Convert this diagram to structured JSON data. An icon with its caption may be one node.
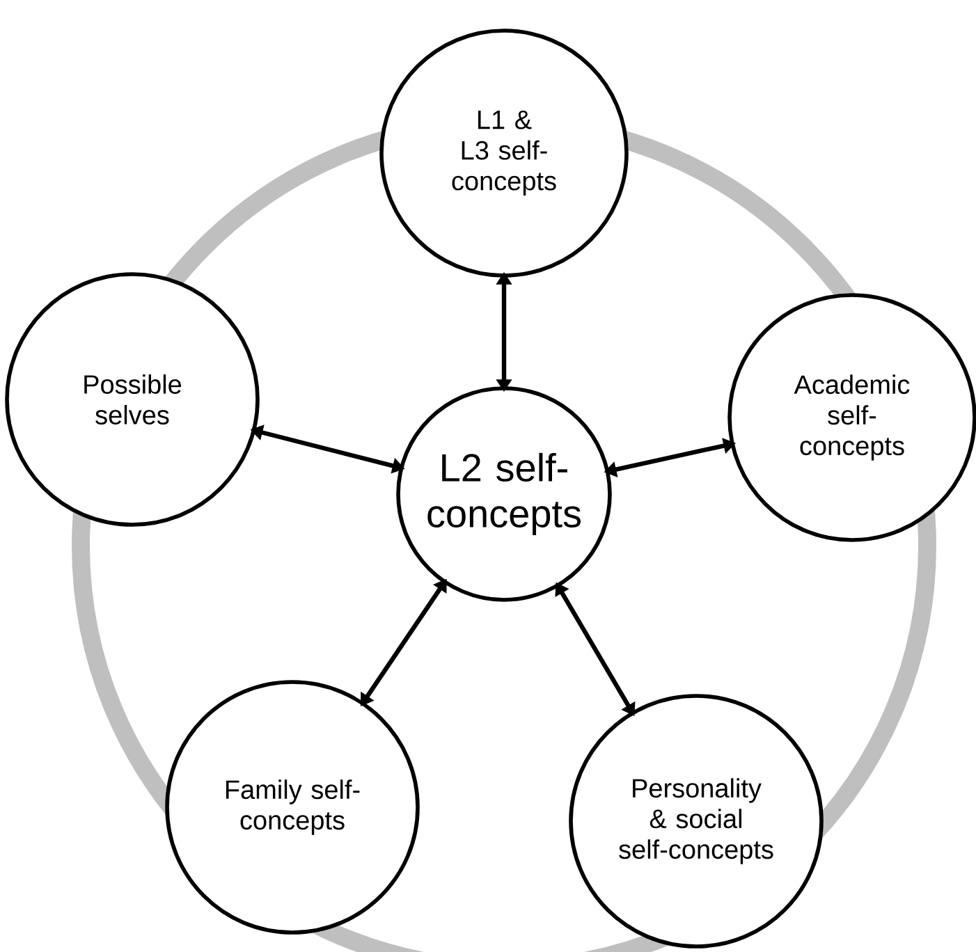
{
  "diagram": {
    "nodes": [
      {
        "text": [
          "L1 & L3 self-concepts"
        ]
      },
      {
        "text": [
          "Possible selves"
        ]
      },
      {
        "text": [
          "L2 self-concepts"
        ]
      },
      {
        "text": [
          "Academic self-concepts"
        ]
      },
      {
        "text": [
          "Family self-concepts"
        ]
      },
      {
        "text": [
          "Personality & social self-concepts"
        ]
      }
    ],
    "edges": [
      {
        "from": 2,
        "to": 0,
        "arrow": "both"
      },
      {
        "from": 2,
        "to": 1,
        "arrow": "both"
      },
      {
        "from": 2,
        "to": 3,
        "arrow": "both"
      },
      {
        "from": 2,
        "to": 4,
        "arrow": "both"
      },
      {
        "from": 2,
        "to": 5,
        "arrow": "both"
      }
    ]
  }
}
